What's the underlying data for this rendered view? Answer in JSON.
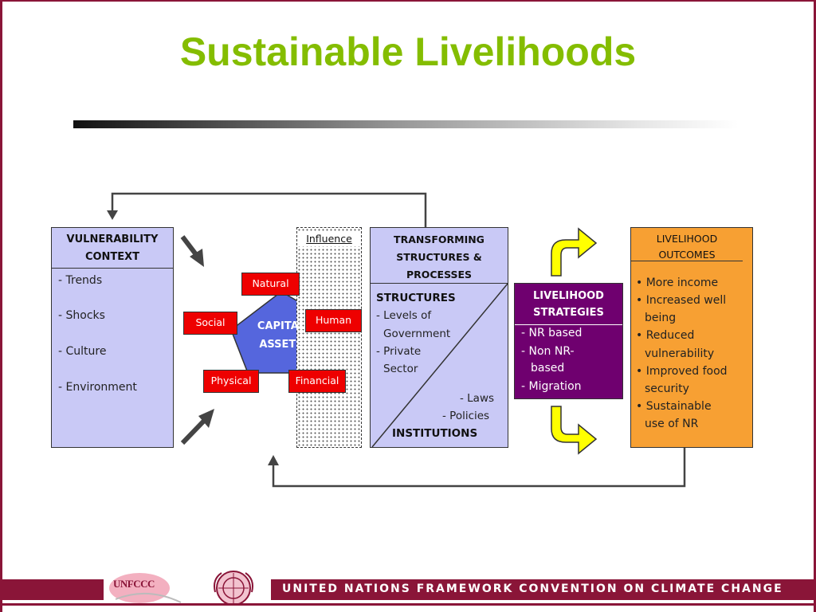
{
  "slide": {
    "title": "Sustainable Livelihoods"
  },
  "vulnerability": {
    "heading_line1": "VULNERABILITY",
    "heading_line2": "CONTEXT",
    "items": [
      "- Trends",
      "- Shocks",
      "- Culture",
      "- Environment"
    ]
  },
  "capital_assets": {
    "center_line1": "CAPITAL",
    "center_line2": "ASSETS",
    "natural": "Natural",
    "social": "Social",
    "human": "Human",
    "physical": "Physical",
    "financial": "Financial"
  },
  "influence": {
    "label": "Influence"
  },
  "transforming": {
    "heading_line1": "TRANSFORMING",
    "heading_line2": "STRUCTURES &",
    "heading_line3": "PROCESSES",
    "structures": "STRUCTURES",
    "s1_line1": "- Levels of",
    "s1_line2": "Government",
    "s2_line1": "- Private",
    "s2_line2": "Sector",
    "laws": "- Laws",
    "policies": "- Policies",
    "institutions": "INSTITUTIONS"
  },
  "strategies": {
    "heading_line1": "LIVELIHOOD",
    "heading_line2": "STRATEGIES",
    "item1": "-  NR based",
    "item2_line1": "-  Non NR-",
    "item2_line2": "based",
    "item3": "-  Migration"
  },
  "outcomes": {
    "heading_line1": "LIVELIHOOD",
    "heading_line2": "OUTCOMES",
    "o1": "• More income",
    "o2_line1": "• Increased well",
    "o2_line2": "being",
    "o3_line1": "• Reduced",
    "o3_line2": "vulnerability",
    "o4_line1": "• Improved food",
    "o4_line2": "security",
    "o5_line1": "• Sustainable",
    "o5_line2": "use of NR"
  },
  "footer": {
    "text": "UNITED NATIONS FRAMEWORK CONVENTION ON CLIMATE CHANGE",
    "logo_text": "UNFCCC"
  },
  "colors": {
    "title": "#84bd00",
    "frame": "#8a1538",
    "lavender": "#c9c9f6",
    "purple": "#6f006f",
    "orange": "#f7a033",
    "red_tag": "#ee0000",
    "blue_pentagon": "#5566dd",
    "yellow_arrow": "#ffff00"
  }
}
